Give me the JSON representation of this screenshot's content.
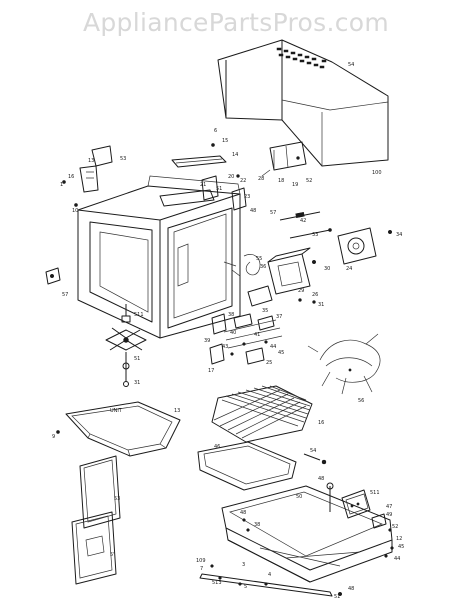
{
  "header": {
    "site_name": "AppliancePartsPros.com"
  },
  "callouts": [
    {
      "id": "cabinet-cover",
      "text": "54"
    },
    {
      "id": "cover-front",
      "text": "6"
    },
    {
      "id": "cover-bottom",
      "text": "100"
    },
    {
      "id": "latch-top",
      "text": "15"
    },
    {
      "id": "latch-bar",
      "text": "14"
    },
    {
      "id": "switch-left",
      "text": "53"
    },
    {
      "id": "screw-left",
      "text": "1"
    },
    {
      "id": "bracket-left-a",
      "text": "16"
    },
    {
      "id": "bracket-left-b",
      "text": "13"
    },
    {
      "id": "bracket-left-c",
      "text": "10"
    },
    {
      "id": "cap-a",
      "text": "18"
    },
    {
      "id": "cap-b",
      "text": "19"
    },
    {
      "id": "cap-c",
      "text": "52"
    },
    {
      "id": "cap-d",
      "text": "28"
    },
    {
      "id": "cap-e",
      "text": "21"
    },
    {
      "id": "cap-f",
      "text": "20"
    },
    {
      "id": "cap-g",
      "text": "22"
    },
    {
      "id": "relay-a",
      "text": "51"
    },
    {
      "id": "relay-b",
      "text": "23"
    },
    {
      "id": "relay-c",
      "text": "48"
    },
    {
      "id": "relay-d",
      "text": "57"
    },
    {
      "id": "fuse-a",
      "text": "33"
    },
    {
      "id": "fuse-b",
      "text": "42"
    },
    {
      "id": "motor-a",
      "text": "34"
    },
    {
      "id": "motor-b",
      "text": "24"
    },
    {
      "id": "magnetron",
      "text": "30"
    },
    {
      "id": "transformer-a",
      "text": "36"
    },
    {
      "id": "transformer-b",
      "text": "29"
    },
    {
      "id": "transformer-c",
      "text": "26"
    },
    {
      "id": "transformer-d",
      "text": "31"
    },
    {
      "id": "wiring-a",
      "text": "55"
    },
    {
      "id": "wiring-b",
      "text": "56"
    },
    {
      "id": "hinge-left",
      "text": "57"
    },
    {
      "id": "stirrer-a",
      "text": "511"
    },
    {
      "id": "stirrer-b",
      "text": "51"
    },
    {
      "id": "stirrer-c",
      "text": "31"
    },
    {
      "id": "interlock-a",
      "text": "37"
    },
    {
      "id": "interlock-b",
      "text": "38"
    },
    {
      "id": "interlock-c",
      "text": "35"
    },
    {
      "id": "interlock-d",
      "text": "40"
    },
    {
      "id": "interlock-e",
      "text": "41"
    },
    {
      "id": "interlock-f",
      "text": "44"
    },
    {
      "id": "interlock-g",
      "text": "43"
    },
    {
      "id": "interlock-h",
      "text": "39"
    },
    {
      "id": "interlock-i",
      "text": "25"
    },
    {
      "id": "interlock-j",
      "text": "45"
    },
    {
      "id": "interlock-k",
      "text": "17"
    },
    {
      "id": "tray",
      "text": "13"
    },
    {
      "id": "tray-screw",
      "text": "9"
    },
    {
      "id": "rack",
      "text": "16"
    },
    {
      "id": "pan",
      "text": "46"
    },
    {
      "id": "pan-screw",
      "text": "54"
    },
    {
      "id": "door-panel-a",
      "text": "53"
    },
    {
      "id": "door-panel-b",
      "text": "5\""
    },
    {
      "id": "base-plate",
      "text": "50"
    },
    {
      "id": "base-a",
      "text": "511"
    },
    {
      "id": "base-b",
      "text": "52"
    },
    {
      "id": "base-c",
      "text": "49"
    },
    {
      "id": "base-d",
      "text": "48"
    },
    {
      "id": "base-e",
      "text": "47"
    },
    {
      "id": "base-f",
      "text": "12"
    },
    {
      "id": "base-g",
      "text": "45"
    },
    {
      "id": "base-h",
      "text": "44"
    },
    {
      "id": "base-i",
      "text": "48"
    },
    {
      "id": "base-j",
      "text": "38"
    },
    {
      "id": "base-k",
      "text": "109"
    },
    {
      "id": "base-l",
      "text": "7"
    },
    {
      "id": "base-m",
      "text": "513"
    },
    {
      "id": "base-n",
      "text": "5"
    },
    {
      "id": "base-o",
      "text": "4"
    },
    {
      "id": "base-p",
      "text": "3"
    },
    {
      "id": "base-q",
      "text": "51"
    },
    {
      "id": "base-r",
      "text": "48"
    }
  ]
}
